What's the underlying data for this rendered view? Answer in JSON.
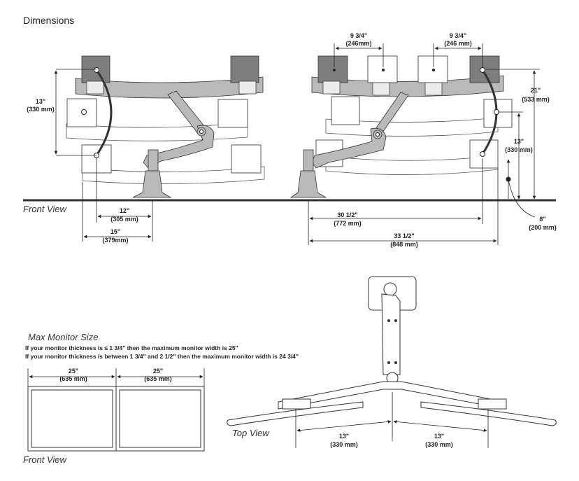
{
  "title": "Dimensions",
  "front_view_top": {
    "caption": "Front View",
    "left_height": {
      "in": "13\"",
      "mm": "(330 mm)"
    },
    "width_12": {
      "in": "12\"",
      "mm": "(305 mm)"
    },
    "width_15": {
      "in": "15\"",
      "mm": "(379mm)"
    },
    "spacing_left": {
      "in": "9 3/4\"",
      "mm": "(246mm)"
    },
    "spacing_right": {
      "in": "9 3/4\"",
      "mm": "(246 mm)"
    },
    "height_21": {
      "in": "21\"",
      "mm": "(533 mm)"
    },
    "height_13": {
      "in": "13\"",
      "mm": "(330 mm)"
    },
    "width_30": {
      "in": "30 1/2\"",
      "mm": "(772 mm)"
    },
    "width_33": {
      "in": "33 1/2\"",
      "mm": "(848 mm)"
    },
    "drop_8": {
      "in": "8\"",
      "mm": "(200 mm)"
    }
  },
  "max_monitor": {
    "heading": "Max Monitor Size",
    "note1": "If your monitor thickness is ≤ 1 3/4\" then the maximum monitor width is 25\"",
    "note2": "If your monitor thickness is between 1 3/4\" and 2 1/2\" then the maximum monitor width is 24 3/4\"",
    "left_width": {
      "in": "25\"",
      "mm": "(635 mm)"
    },
    "right_width": {
      "in": "25\"",
      "mm": "(635 mm)"
    },
    "caption": "Front View"
  },
  "top_view": {
    "caption": "Top View",
    "left_reach": {
      "in": "13\"",
      "mm": "(330 mm)"
    },
    "right_reach": {
      "in": "13\"",
      "mm": "(330 mm)"
    }
  }
}
